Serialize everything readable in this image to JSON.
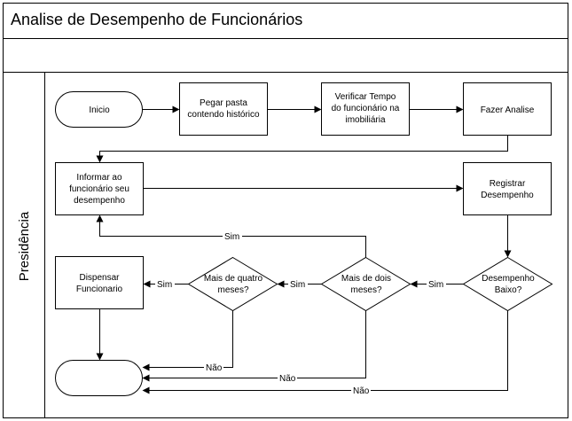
{
  "title": "Analise de Desempenho de Funcionários",
  "lane": "Presidência",
  "nodes": {
    "inicio": [
      "Inicio"
    ],
    "pegar": [
      "Pegar pasta",
      "contendo histórico"
    ],
    "verificar": [
      "Verificar Tempo",
      "do funcionário na",
      "imobiliária"
    ],
    "analise": [
      "Fazer Analise"
    ],
    "informar": [
      "Informar ao",
      "funcionário seu",
      "desempenho"
    ],
    "registrar": [
      "Registrar",
      "Desempenho"
    ],
    "baixo": [
      "Desempenho",
      "Baixo?"
    ],
    "dois": [
      "Mais de dois",
      "meses?"
    ],
    "quatro": [
      "Mais de quatro",
      "meses?"
    ],
    "dispensar": [
      "Dispensar",
      "Funcionario"
    ]
  },
  "edges": {
    "sim1": "Sim",
    "sim2": "Sim",
    "sim3": "Sim",
    "sim4": "Sim",
    "nao1": "Não",
    "nao2": "Não",
    "nao3": "Não"
  }
}
